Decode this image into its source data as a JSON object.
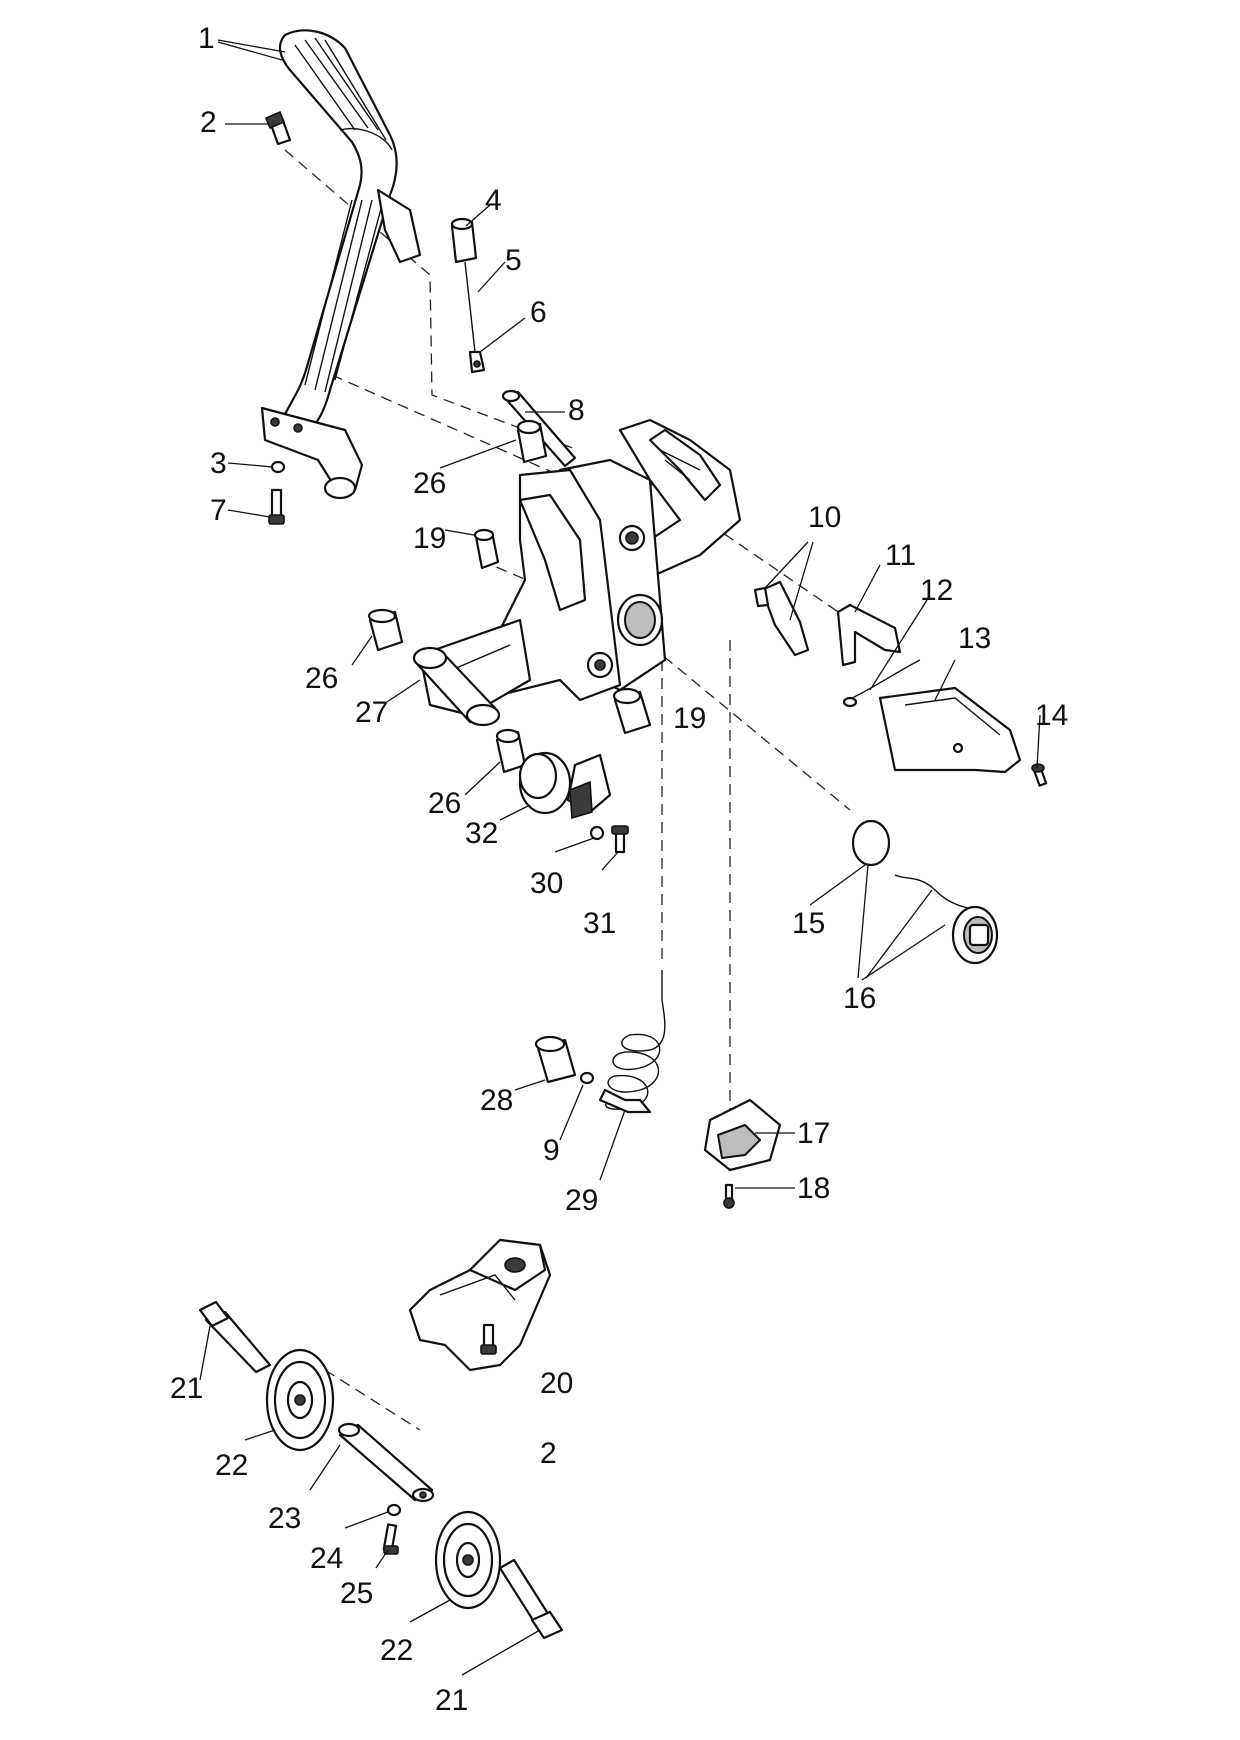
{
  "callouts": {
    "c1": "1",
    "c2": "2",
    "c2b": "2",
    "c3": "3",
    "c4": "4",
    "c5": "5",
    "c6": "6",
    "c7": "7",
    "c8": "8",
    "c9": "9",
    "c10": "10",
    "c11": "11",
    "c12": "12",
    "c13": "13",
    "c14": "14",
    "c15": "15",
    "c16": "16",
    "c17": "17",
    "c18": "18",
    "c19a": "19",
    "c19b": "19",
    "c20": "20",
    "c21a": "21",
    "c21b": "21",
    "c22a": "22",
    "c22b": "22",
    "c23": "23",
    "c24": "24",
    "c25": "25",
    "c26a": "26",
    "c26b": "26",
    "c26c": "26",
    "c27": "27",
    "c28": "28",
    "c29": "29",
    "c30": "30",
    "c31": "31",
    "c32": "32"
  }
}
